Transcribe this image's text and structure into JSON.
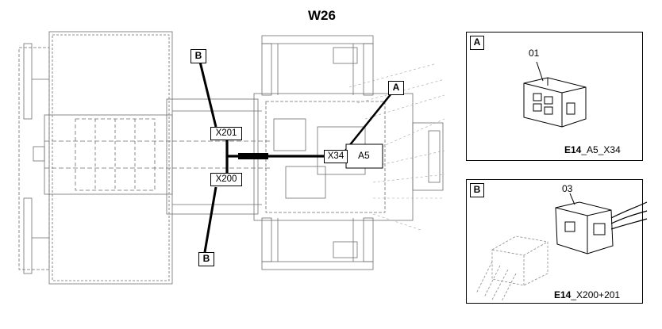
{
  "title": "W26",
  "main_view": {
    "callout_b_top": "B",
    "callout_b_bottom": "B",
    "callout_a": "A",
    "connector_x201": "X201",
    "connector_x200": "X200",
    "connector_x34": "X34",
    "module_a5": "A5"
  },
  "detail_a": {
    "tag": "A",
    "part_number": "01",
    "caption_bold": "E14",
    "caption_rest": "_A5_X34"
  },
  "detail_b": {
    "tag": "B",
    "part_number": "03",
    "caption_bold": "E14",
    "caption_rest": "_X200+201"
  },
  "colors": {
    "line": "#000000",
    "drawing": "#6e6e6e",
    "dashed": "#9a9a9a"
  }
}
